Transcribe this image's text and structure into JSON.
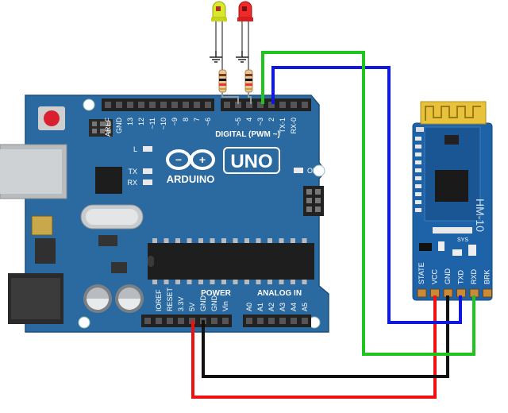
{
  "arduino": {
    "brand": "ARDUINO",
    "model": "UNO",
    "digital_header_title": "DIGITAL (PWM ~)",
    "digital_pins": [
      "AREF",
      "GND",
      "13",
      "12",
      "~11",
      "~10",
      "~9",
      "8",
      "7",
      "~6",
      "~5",
      "4",
      "~3",
      "2",
      "TX-1",
      "RX-0"
    ],
    "led_labels": {
      "l": "L",
      "tx": "TX",
      "rx": "RX",
      "on": "ON"
    },
    "power_header_title": "POWER",
    "power_pins": [
      "IOREF",
      "RESET",
      "3.3V",
      "5V",
      "GND",
      "GND",
      "Vin"
    ],
    "analog_header_title": "ANALOG IN",
    "analog_pins": [
      "A0",
      "A1",
      "A2",
      "A3",
      "A4",
      "A5"
    ]
  },
  "bluetooth_module": {
    "model": "HM-10",
    "sys_label": "SYS",
    "pins": [
      "STATE",
      "VCC",
      "GND",
      "TXD",
      "RXD",
      "BRK"
    ]
  },
  "colors": {
    "board": "#2b6aa0",
    "board_dark": "#1d5584",
    "module": "#1e62a8",
    "wire_red": "#ee1111",
    "wire_black": "#111111",
    "wire_green": "#1fc41f",
    "wire_blue": "#1018e0",
    "led_yellow": "#d8e82a",
    "led_red": "#ee2a2a"
  },
  "icons": [
    "arduino-infinity-logo",
    "ground-symbol",
    "resistor",
    "led"
  ]
}
